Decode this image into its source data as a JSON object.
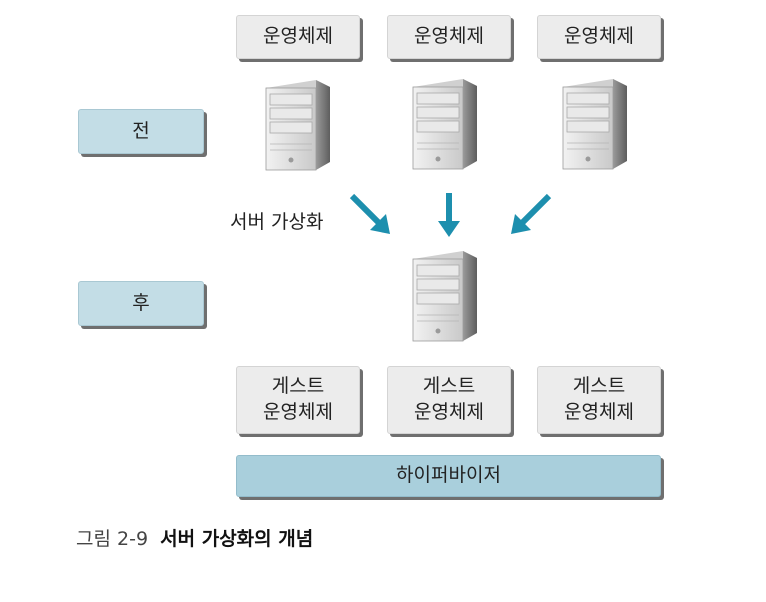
{
  "top_os": [
    "운영체제",
    "운영체제",
    "운영체제"
  ],
  "stages": {
    "before": "전",
    "after": "후"
  },
  "virtualization_label": "서버 가상화",
  "guest_os": [
    {
      "line1": "게스트",
      "line2": "운영체제"
    },
    {
      "line1": "게스트",
      "line2": "운영체제"
    },
    {
      "line1": "게스트",
      "line2": "운영체제"
    }
  ],
  "hypervisor": "하이퍼바이저",
  "caption": {
    "number": "그림 2-9",
    "title": "서버 가상화의 개념"
  },
  "colors": {
    "arrow": "#1d8fae",
    "stage_box": "#c3dde6",
    "hypervisor_box": "#a9cfdc",
    "os_box": "#ececec"
  },
  "icons": [
    "server-icon",
    "arrow-icon"
  ]
}
